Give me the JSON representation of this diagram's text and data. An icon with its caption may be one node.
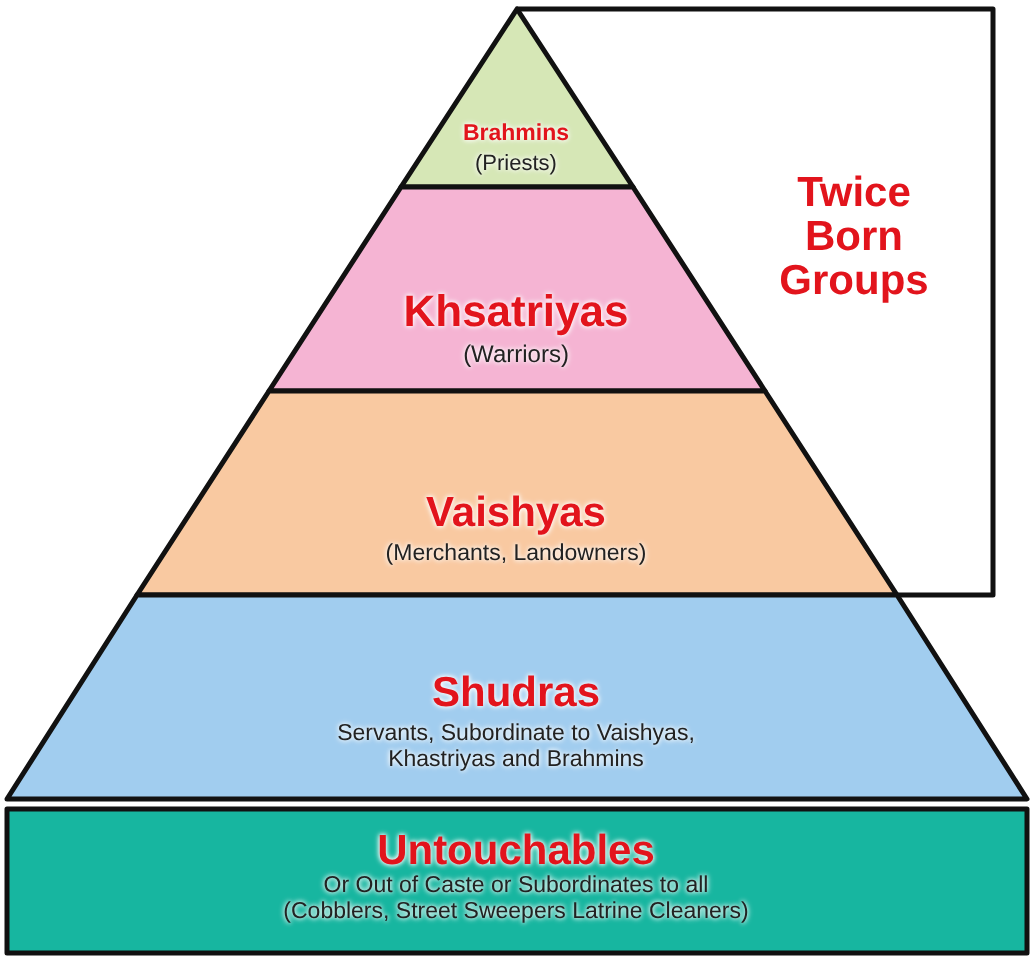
{
  "diagram": {
    "nodes": [
      {
        "text": [
          "Brahmins",
          "(Priests)"
        ]
      },
      {
        "text": [
          "Khsatriyas",
          "(Warriors)"
        ]
      },
      {
        "text": [
          "Vaishyas",
          "(Merchants, Landowners)"
        ]
      },
      {
        "text": [
          "Shudras",
          "Servants, Subordinate to Vaishyas, Khastriyas and Brahmins"
        ]
      },
      {
        "text": [
          "Untouchables",
          "Or Out of Caste or Subordinates to all",
          "(Cobblers, Street Sweepers Latrine Cleaners)"
        ]
      },
      {
        "text": [
          "Twice Born Groups"
        ]
      }
    ]
  }
}
